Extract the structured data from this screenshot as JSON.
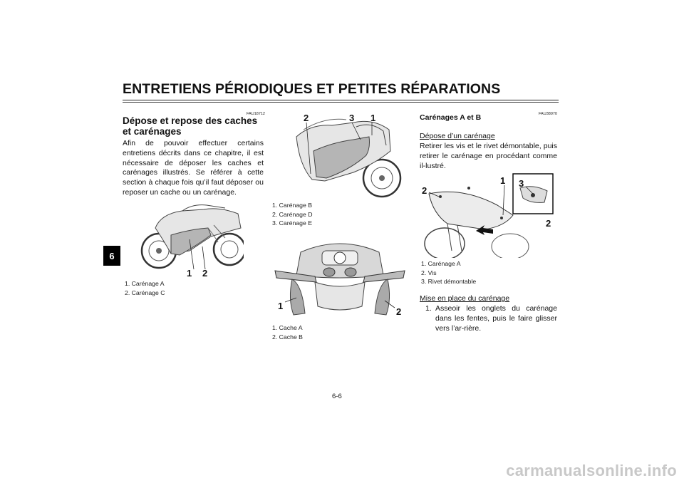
{
  "header": {
    "title": "ENTRETIENS PÉRIODIQUES ET PETITES RÉPARATIONS",
    "chapter_tab": "6"
  },
  "left": {
    "code": "FAU18712",
    "heading": "Dépose et repose des caches et carénages",
    "paragraph": "Afin de pouvoir effectuer certains entretiens décrits dans ce chapitre, il est nécessaire de déposer les caches et carénages illustrés. Se référer à cette section à chaque fois qu’il faut déposer ou reposer un cache ou un carénage.",
    "fig_labels": [
      "1",
      "2"
    ],
    "captions": [
      "1. Carénage A",
      "2. Carénage C"
    ]
  },
  "middle": {
    "fig1_labels": [
      "2",
      "3",
      "1"
    ],
    "fig1_captions": [
      "1. Carénage B",
      "2. Carénage D",
      "3. Carénage E"
    ],
    "fig2_labels": [
      "1",
      "2"
    ],
    "fig2_captions": [
      "1. Cache A",
      "2. Cache B"
    ]
  },
  "right": {
    "code": "FAU38970",
    "heading": "Carénages A et B",
    "sub1": "Dépose d’un carénage",
    "para1": "Retirer les vis et le rivet démontable, puis retirer le carénage en procédant comme il-lustré.",
    "fig_labels": [
      "2",
      "1",
      "3",
      "2"
    ],
    "captions": [
      "1. Carénage A",
      "2. Vis",
      "3. Rivet démontable"
    ],
    "sub2": "Mise en place du carénage",
    "step1_num": "1.",
    "step1_text": "Asseoir les onglets du carénage dans les fentes, puis le faire glisser vers l’ar-rière."
  },
  "footer": {
    "page_number": "6-6",
    "watermark": "carmanualsonline.info"
  }
}
